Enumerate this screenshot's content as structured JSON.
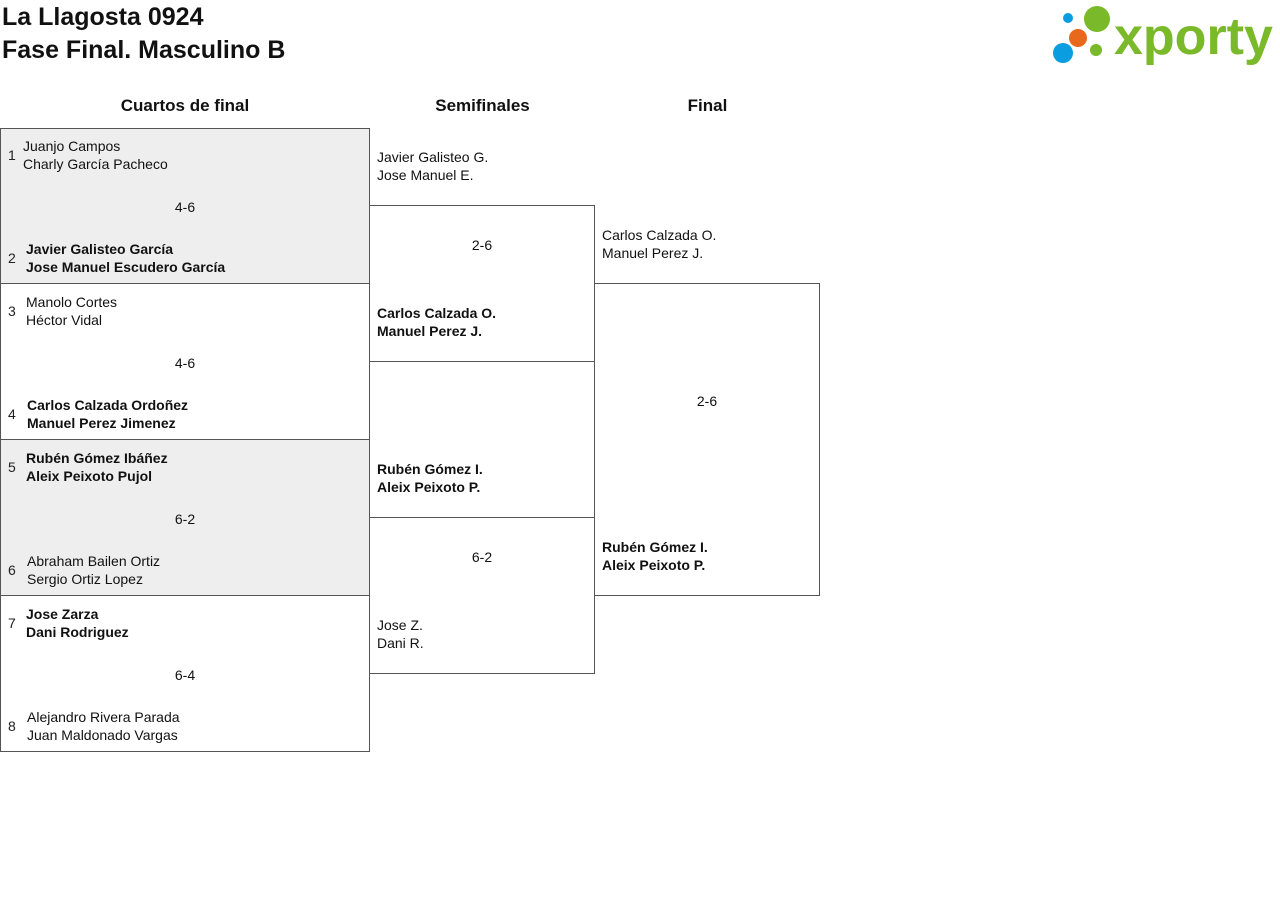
{
  "header": {
    "title_line1": "La Llagosta 0924",
    "title_line2": "Fase Final. Masculino B",
    "logo_text": "xporty",
    "logo_colors": {
      "green": "#7ab929",
      "blue": "#0a9de0",
      "orange": "#e8681c"
    }
  },
  "rounds": {
    "quarterfinals": "Cuartos de final",
    "semifinals": "Semifinales",
    "final": "Final"
  },
  "quarterfinals": [
    {
      "top": {
        "seed": "1",
        "p1": "Juanjo Campos",
        "p2": "Charly García Pacheco"
      },
      "score": "4-6",
      "bottom": {
        "seed": "2",
        "p1": "Javier Galisteo García",
        "p2": "Jose Manuel Escudero García"
      }
    },
    {
      "top": {
        "seed": "3",
        "p1": "Manolo Cortes",
        "p2": "Héctor Vidal"
      },
      "score": "4-6",
      "bottom": {
        "seed": "4",
        "p1": "Carlos Calzada Ordoñez",
        "p2": "Manuel Perez Jimenez"
      }
    },
    {
      "top": {
        "seed": "5",
        "p1": "Rubén Gómez Ibáñez",
        "p2": "Aleix Peixoto Pujol"
      },
      "score": "6-2",
      "bottom": {
        "seed": "6",
        "p1": "Abraham Bailen Ortiz",
        "p2": "Sergio Ortiz Lopez"
      }
    },
    {
      "top": {
        "seed": "7",
        "p1": "Jose Zarza",
        "p2": "Dani Rodriguez"
      },
      "score": "6-4",
      "bottom": {
        "seed": "8",
        "p1": "Alejandro Rivera Parada",
        "p2": "Juan Maldonado Vargas"
      }
    }
  ],
  "semifinals": [
    {
      "top": {
        "p1": "Javier Galisteo G.",
        "p2": "Jose Manuel E."
      },
      "score": "2-6",
      "bottom": {
        "p1": "Carlos Calzada O.",
        "p2": "Manuel Perez J."
      }
    },
    {
      "top": {
        "p1": "Rubén Gómez I.",
        "p2": "Aleix Peixoto P."
      },
      "score": "6-2",
      "bottom": {
        "p1": "Jose Z.",
        "p2": "Dani R."
      }
    }
  ],
  "final": {
    "top": {
      "p1": "Carlos Calzada O.",
      "p2": "Manuel Perez J."
    },
    "score": "2-6",
    "bottom": {
      "p1": "Rubén Gómez I.",
      "p2": "Aleix Peixoto P."
    }
  }
}
